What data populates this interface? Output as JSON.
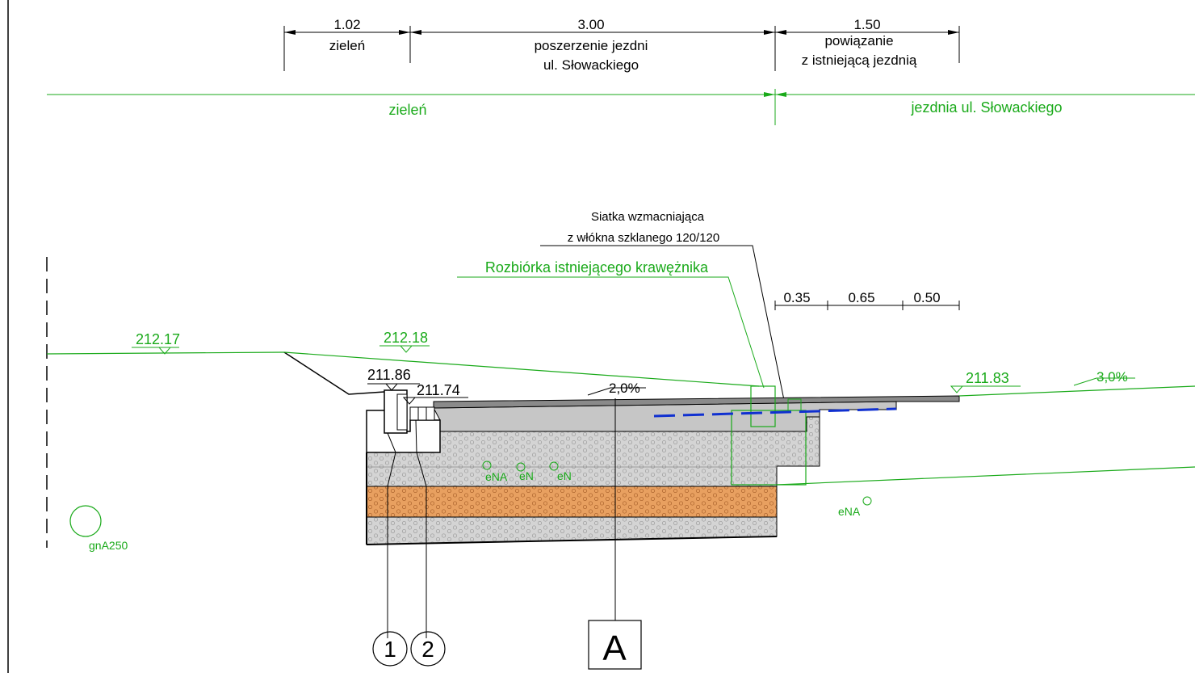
{
  "colors": {
    "line_black": "#000000",
    "line_green": "#1aaa1a",
    "mesh_blue": "#1030d0",
    "asphalt_dark": "#8a8a8a",
    "asphalt_light": "#c6c6c6",
    "aggregate_layer": "#d4d4d4",
    "sand_layer": "#e8a060"
  },
  "dimensions_top": [
    {
      "value": "1.02",
      "label1": "zieleń",
      "label2": ""
    },
    {
      "value": "3.00",
      "label1": "poszerzenie jezdni",
      "label2": "ul. Słowackiego"
    },
    {
      "value": "1.50",
      "label1": "powiązanie",
      "label2": "z istniejącą jezdnią"
    }
  ],
  "zones": {
    "left": "zieleń",
    "right": "jezdnia ul. Słowackiego"
  },
  "annotations": {
    "mesh_line1": "Siatka wzmacniająca",
    "mesh_line2": "z włókna szklanego 120/120",
    "curb_removal": "Rozbiórka istniejącego krawężnika"
  },
  "small_dimensions": [
    "0.35",
    "0.65",
    "0.50"
  ],
  "elevations": {
    "e1": "212.17",
    "e2": "212.18",
    "e3": "211.86",
    "e4": "211.74",
    "e5": "211.83"
  },
  "slopes": {
    "s1": "2,0%",
    "s2": "3,0%"
  },
  "utilities": {
    "u1": "eNA",
    "u2": "eN",
    "u3": "eN",
    "u4": "eNA",
    "gas": "gnA250"
  },
  "markers": {
    "m1": "1",
    "m2": "2",
    "section": "A"
  }
}
